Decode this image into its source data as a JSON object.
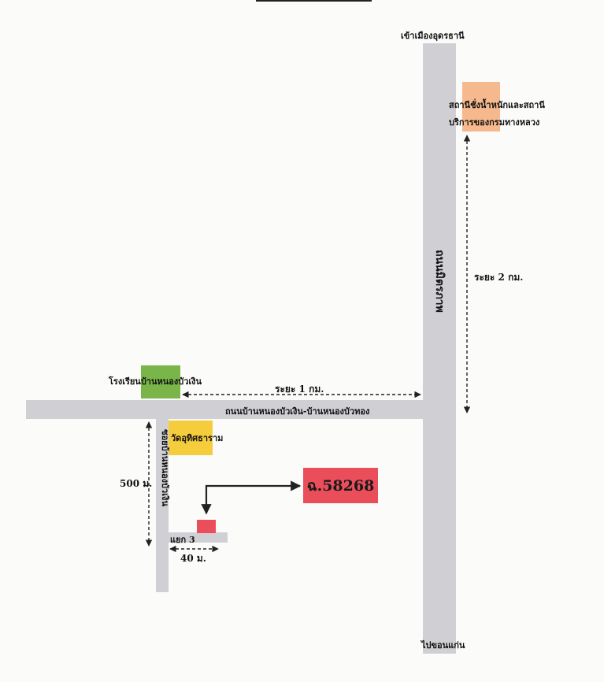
{
  "map": {
    "colors": {
      "road": "#d0d0d4",
      "school": "#79b548",
      "temple": "#f5cd3c",
      "station": "#f6b98e",
      "target": "#ea4e5a"
    },
    "labels": {
      "north_destination": "เข้าเมืองอุดรธานี",
      "south_destination": "ไปขอนแก่น",
      "highway": "ถนนมิตรภาพ",
      "main_road": "ถนนบ้านหนองบัวเงิน-บ้านหนองบัวทอง",
      "side_road": "ซอยบ้านหนองบัวเงิน",
      "junction": "แยก 3"
    },
    "landmarks": {
      "school": "โรงเรียนบ้านหนองบัวเงิน",
      "temple": "วัดอุทิศธาราม",
      "station_line1": "สถานีชั่งน้ำหนักและสถานี",
      "station_line2": "บริการของกรมทางหลวง"
    },
    "distances": {
      "to_station": "ระยะ 2 กม.",
      "to_school": "ระยะ 1 กม.",
      "side_road": "500 ม.",
      "junction_offset": "40 ม."
    },
    "target": {
      "code": "ฉ.58268"
    }
  }
}
